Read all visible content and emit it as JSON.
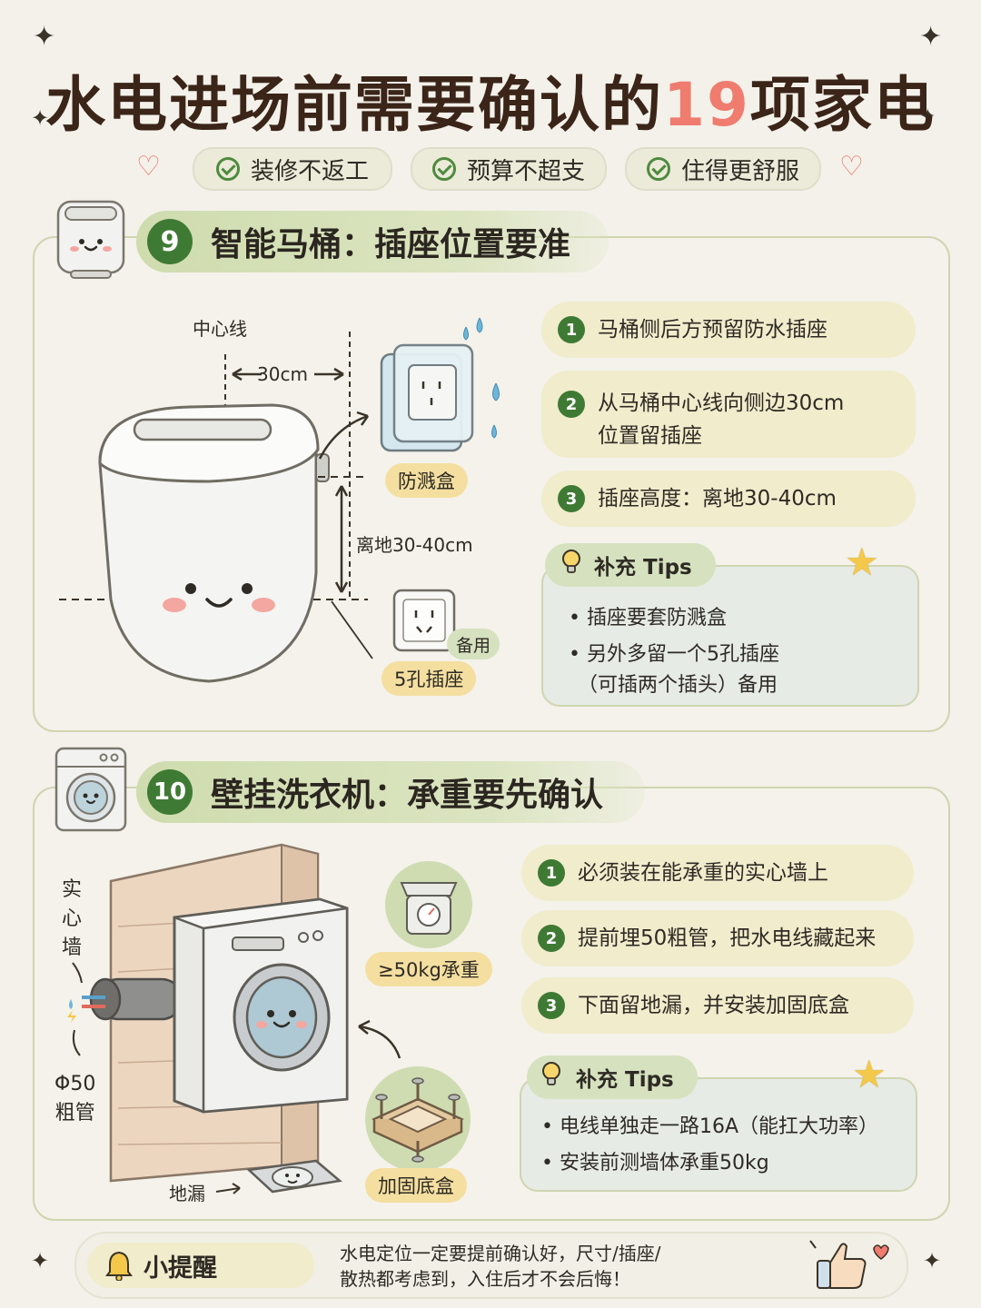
{
  "title": {
    "main": "水电进场前需要确认的",
    "number": "19",
    "suffix": "项家电"
  },
  "badges": [
    "装修不返工",
    "预算不超支",
    "住得更舒服"
  ],
  "section9": {
    "number": "9",
    "title": "智能马桶：插座位置要准",
    "steps": [
      {
        "n": "1",
        "lines": [
          "马桶侧后方预留防水插座"
        ]
      },
      {
        "n": "2",
        "lines": [
          "从马桶中心线向侧边30cm",
          "位置留插座"
        ]
      },
      {
        "n": "3",
        "lines": [
          "插座高度：离地30-40cm"
        ]
      }
    ],
    "tips": {
      "label": "补充 Tips",
      "lines": [
        "• 插座要套防溅盒",
        "• 另外多留一个5孔插座",
        "（可插两个插头）备用"
      ]
    },
    "diagram": {
      "center_line": "中心线",
      "distance": "30cm",
      "height": "离地30-40cm",
      "splash_box": "防溅盒",
      "socket": "5孔插座",
      "spare": "备用"
    }
  },
  "section10": {
    "number": "10",
    "title": "壁挂洗衣机：承重要先确认",
    "steps": [
      {
        "n": "1",
        "lines": [
          "必须装在能承重的实心墙上"
        ]
      },
      {
        "n": "2",
        "lines": [
          "提前埋50粗管，把水电线藏起来"
        ]
      },
      {
        "n": "3",
        "lines": [
          "下面留地漏，并安装加固底盒"
        ]
      }
    ],
    "tips": {
      "label": "补充 Tips",
      "lines": [
        "• 电线单独走一路16A（能扛大功率）",
        "• 安装前测墙体承重50kg"
      ]
    },
    "diagram": {
      "solid_wall": [
        "实",
        "心",
        "墙"
      ],
      "pipe": [
        "Φ50",
        "粗管"
      ],
      "drain": "地漏",
      "load": "≥50kg承重",
      "base_box": "加固底盒"
    }
  },
  "reminder": {
    "label": "小提醒",
    "lines": [
      "水电定位一定要提前确认好，尺寸/插座/",
      "散热都考虑到，入住后才不会后悔！"
    ]
  }
}
